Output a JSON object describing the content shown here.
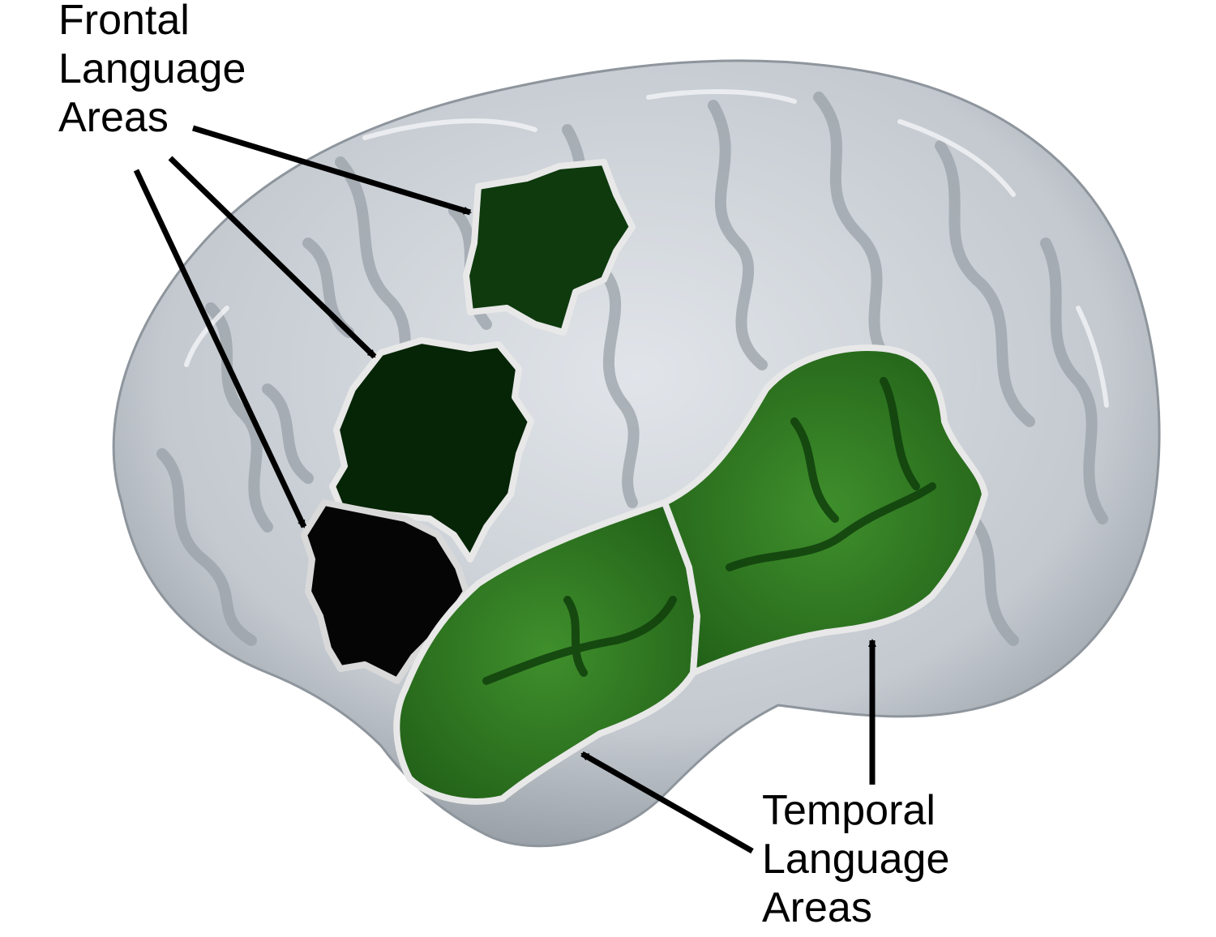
{
  "labels": {
    "frontal": [
      "Frontal",
      "Language",
      "Areas"
    ],
    "temporal": [
      "Temporal",
      "Language",
      "Areas"
    ]
  },
  "colors": {
    "background": "#ffffff",
    "cortex": "#c9ced4",
    "cortex_shadow": "#8e959c",
    "sulcus": "#9aa1a8",
    "region_dark": "#0e3a0e",
    "region_darker": "#062406",
    "region_black": "#050505",
    "region_medium": "#2f7a22",
    "region_outline": "#e8e8e8",
    "arrow": "#000000"
  }
}
